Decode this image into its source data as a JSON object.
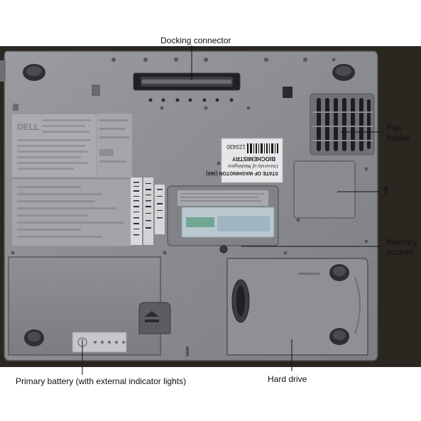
{
  "image": {
    "background_color": "#ffffff",
    "chassis_color": "#8c8e92",
    "chassis_dark": "#5a5c60",
    "label_color": "#c8cacc"
  },
  "labels": {
    "docking_connector": "Docking connector",
    "fan_intake_line1": "Fan",
    "fan_intake_line2": "intake",
    "unknown": "?",
    "memory_access_line1": "Memory",
    "memory_access_line2": "access",
    "primary_battery": "Primary battery (with external indicator lights)",
    "hard_drive": "Hard drive"
  },
  "sticker": {
    "inventory_number": "123430",
    "department": "BIOCHEMISTRY",
    "institution": "University of Washington",
    "state_line": "STATE OF WASHINGTON (360)"
  },
  "brand": {
    "logo_text": "DELL"
  }
}
